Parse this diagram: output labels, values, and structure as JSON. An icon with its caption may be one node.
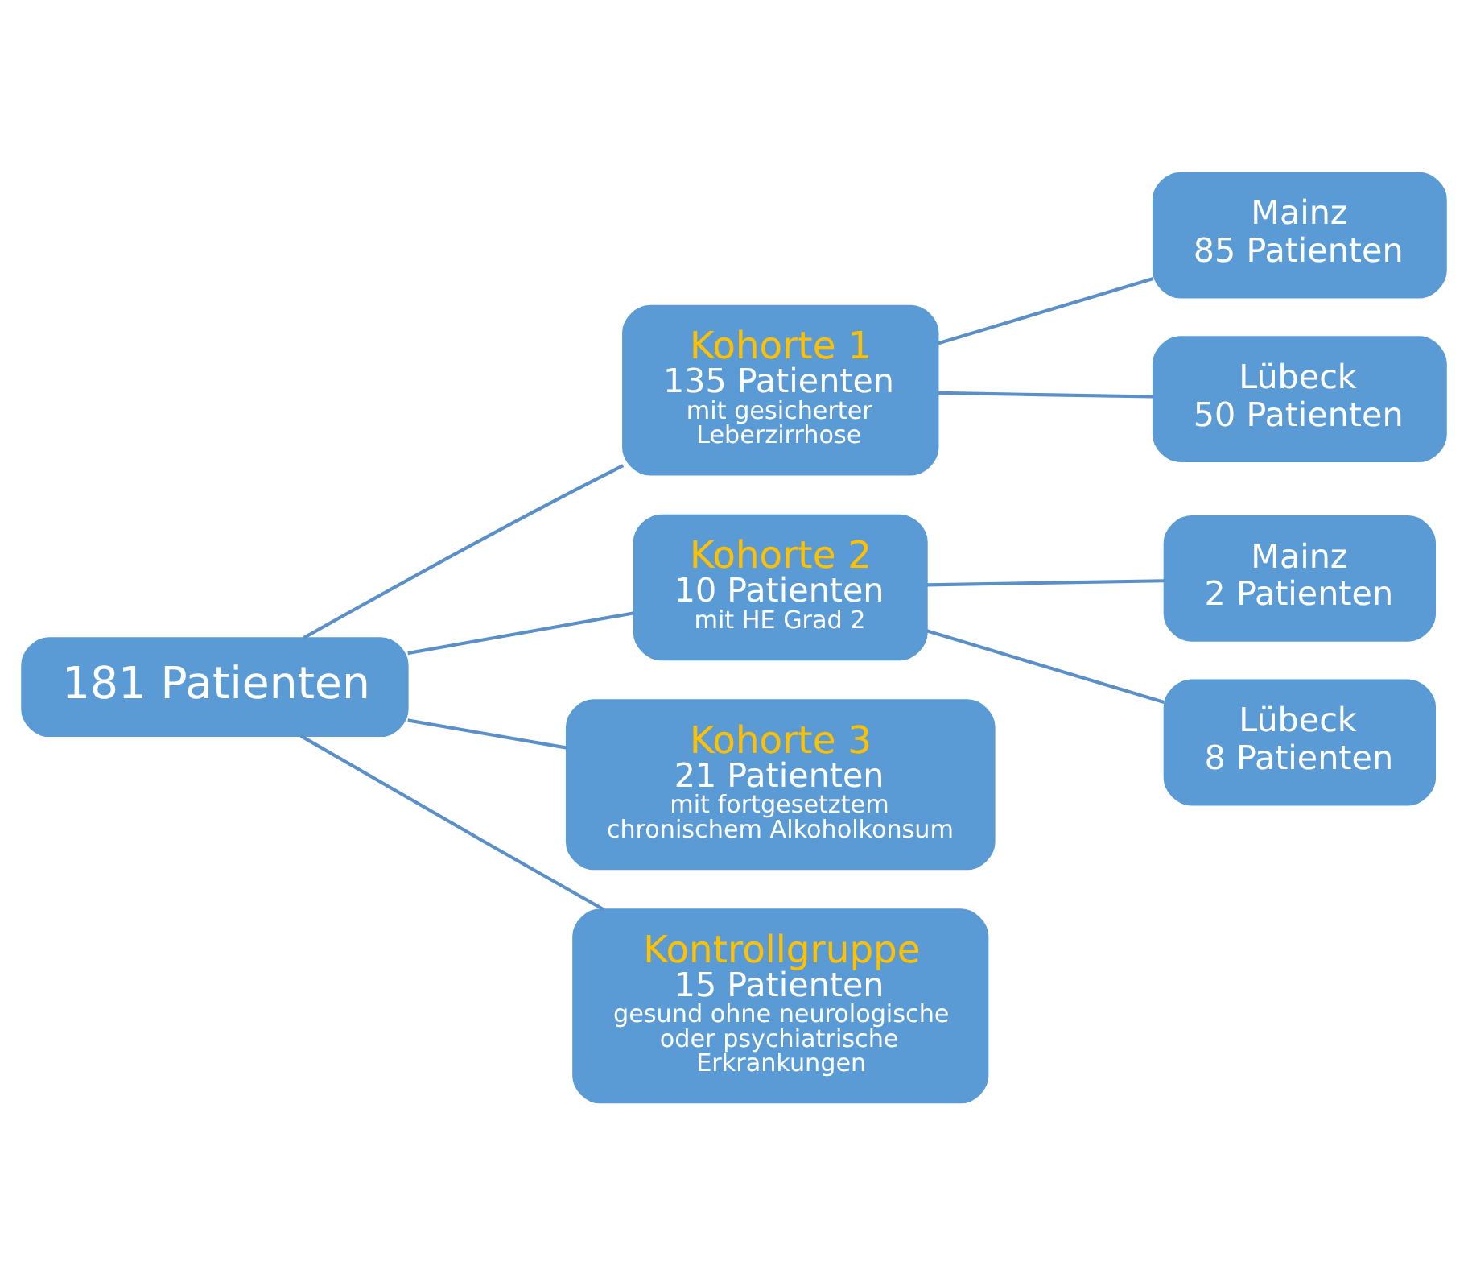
{
  "diagram": {
    "nodes": [
      {
        "text": [
          "181 Patienten"
        ]
      },
      {
        "text": [
          "Kohorte 1",
          "135 Patienten",
          "mit gesicherter Leberzirrhose"
        ]
      },
      {
        "text": [
          "Kohorte 2",
          "10 Patienten",
          "mit HE Grad 2"
        ]
      },
      {
        "text": [
          "Kohorte 3",
          "21 Patienten",
          "mit fortgesetztem chronischem Alkoholkonsum"
        ]
      },
      {
        "text": [
          "Kontrollgruppe",
          "15 Patienten",
          "gesund ohne neurologische oder psychiatrische Erkrankungen"
        ]
      },
      {
        "text": [
          "Mainz",
          "85 Patienten"
        ]
      },
      {
        "text": [
          "Lübeck",
          "50 Patienten"
        ]
      },
      {
        "text": [
          "Mainz",
          "2 Patienten"
        ]
      },
      {
        "text": [
          "Lübeck",
          "8 Patienten"
        ]
      }
    ],
    "edges": [
      {
        "from": 0,
        "to": 1,
        "arrow": "none"
      },
      {
        "from": 0,
        "to": 2,
        "arrow": "none"
      },
      {
        "from": 0,
        "to": 3,
        "arrow": "none"
      },
      {
        "from": 0,
        "to": 4,
        "arrow": "none"
      },
      {
        "from": 1,
        "to": 5,
        "arrow": "none"
      },
      {
        "from": 1,
        "to": 6,
        "arrow": "none"
      },
      {
        "from": 2,
        "to": 7,
        "arrow": "none"
      },
      {
        "from": 2,
        "to": 8,
        "arrow": "none"
      }
    ]
  }
}
